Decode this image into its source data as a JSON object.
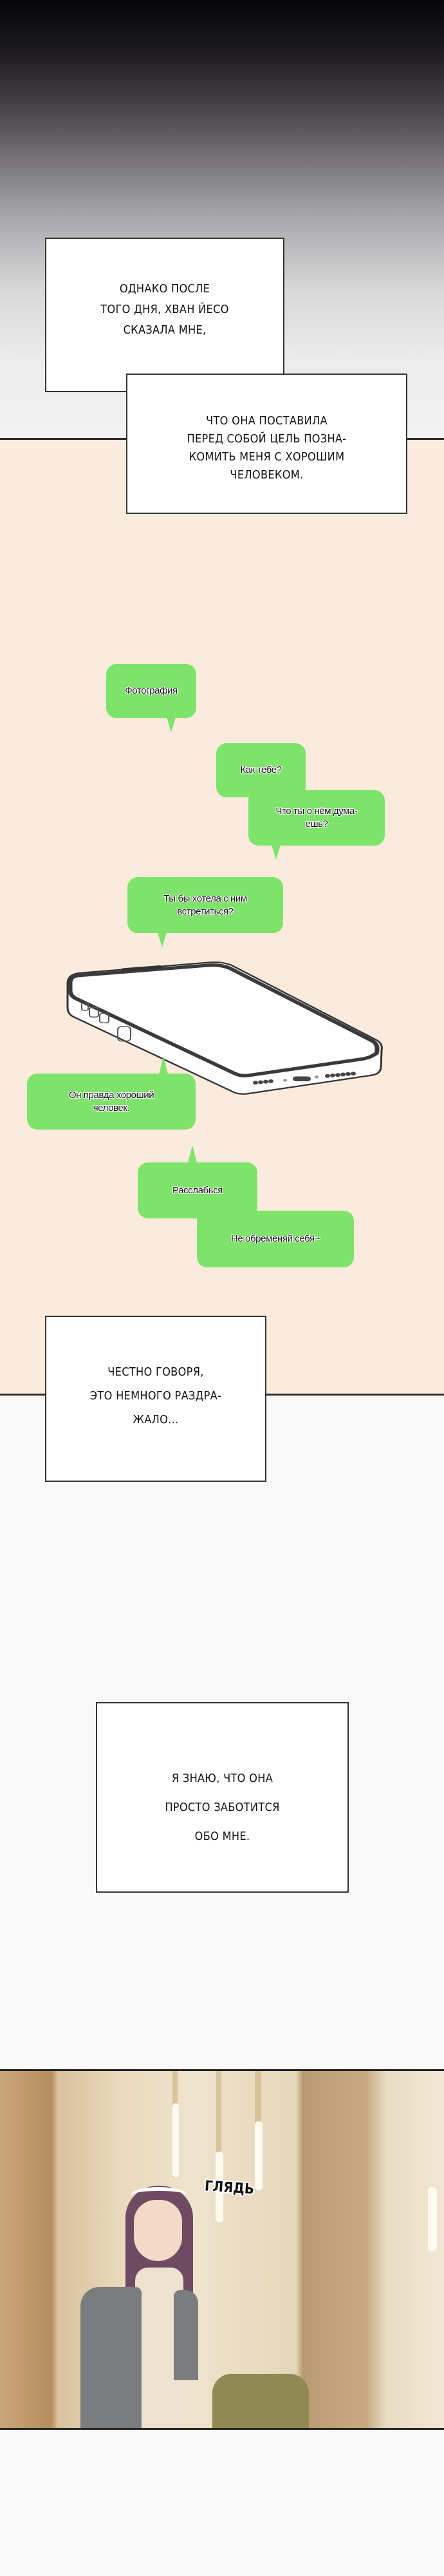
{
  "narration": {
    "box1": "Однако после\nтого дня, Хван Йесо\nсказала мне,",
    "box2": "что она поставила\nперед собой цель позна-\nкомить меня с хорошим\nчеловеком.",
    "box3": "Честно говоря,\nэто немного раздра-\nжало...",
    "box4": "Я знаю, что она\nпросто заботится\nобо мне."
  },
  "messages": [
    {
      "text": "Фотография"
    },
    {
      "text": "Как тебе?"
    },
    {
      "text": "Что ты о нём дума-\nешь?"
    },
    {
      "text": "Ты бы хотела с ним\nвстретиться?"
    },
    {
      "text": "Он правда хороший\nчеловек."
    },
    {
      "text": "Расслабься"
    },
    {
      "text": "Не обременяй себя~"
    }
  ],
  "scene": {
    "sfx": "ГЛЯДЬ"
  },
  "colors": {
    "bubble": "#7ee36a",
    "peach_bg": "#fbebdd",
    "border": "#2a2a2a"
  }
}
